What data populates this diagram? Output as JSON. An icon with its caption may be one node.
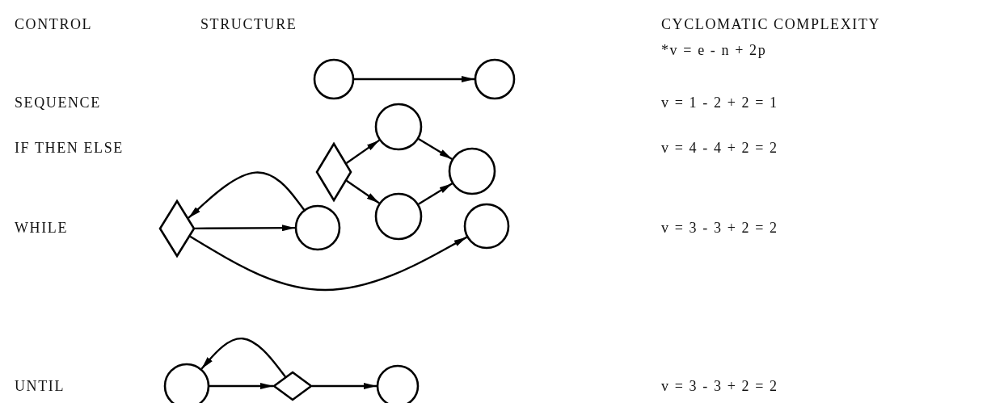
{
  "diagram": {
    "nodes": [
      {
        "text": [],
        "shape": "circle"
      },
      {
        "text": [],
        "shape": "circle"
      },
      {
        "text": [],
        "shape": "diamond"
      },
      {
        "text": [],
        "shape": "circle"
      },
      {
        "text": [],
        "shape": "circle"
      },
      {
        "text": [],
        "shape": "circle"
      },
      {
        "text": [],
        "shape": "diamond"
      },
      {
        "text": [],
        "shape": "circle"
      },
      {
        "text": [],
        "shape": "circle"
      },
      {
        "text": [],
        "shape": "circle"
      },
      {
        "text": [],
        "shape": "diamond"
      },
      {
        "text": [],
        "shape": "circle"
      }
    ],
    "edges": [
      {
        "from": 0,
        "to": 1,
        "arrow": "to"
      },
      {
        "from": 2,
        "to": 3,
        "arrow": "to"
      },
      {
        "from": 2,
        "to": 4,
        "arrow": "to"
      },
      {
        "from": 3,
        "to": 5,
        "arrow": "to"
      },
      {
        "from": 4,
        "to": 5,
        "arrow": "to"
      },
      {
        "from": 7,
        "to": 6,
        "arrow": "to"
      },
      {
        "from": 6,
        "to": 7,
        "arrow": "to"
      },
      {
        "from": 6,
        "to": 8,
        "arrow": "to"
      },
      {
        "from": 9,
        "to": 10,
        "arrow": "to"
      },
      {
        "from": 10,
        "to": 9,
        "arrow": "to"
      },
      {
        "from": 10,
        "to": 11,
        "arrow": "to"
      }
    ],
    "labels": [
      "CONTROL",
      "STRUCTURE",
      "CYCLOMATIC COMPLEXITY",
      "*v = e - n + 2p",
      "SEQUENCE",
      "v = 1 - 2 + 2 = 1",
      "IF THEN ELSE",
      "v = 4 - 4 + 2 = 2",
      "WHILE",
      "v = 3 - 3 + 2 = 2",
      "UNTIL",
      "v = 3 - 3 + 2 = 2"
    ]
  }
}
